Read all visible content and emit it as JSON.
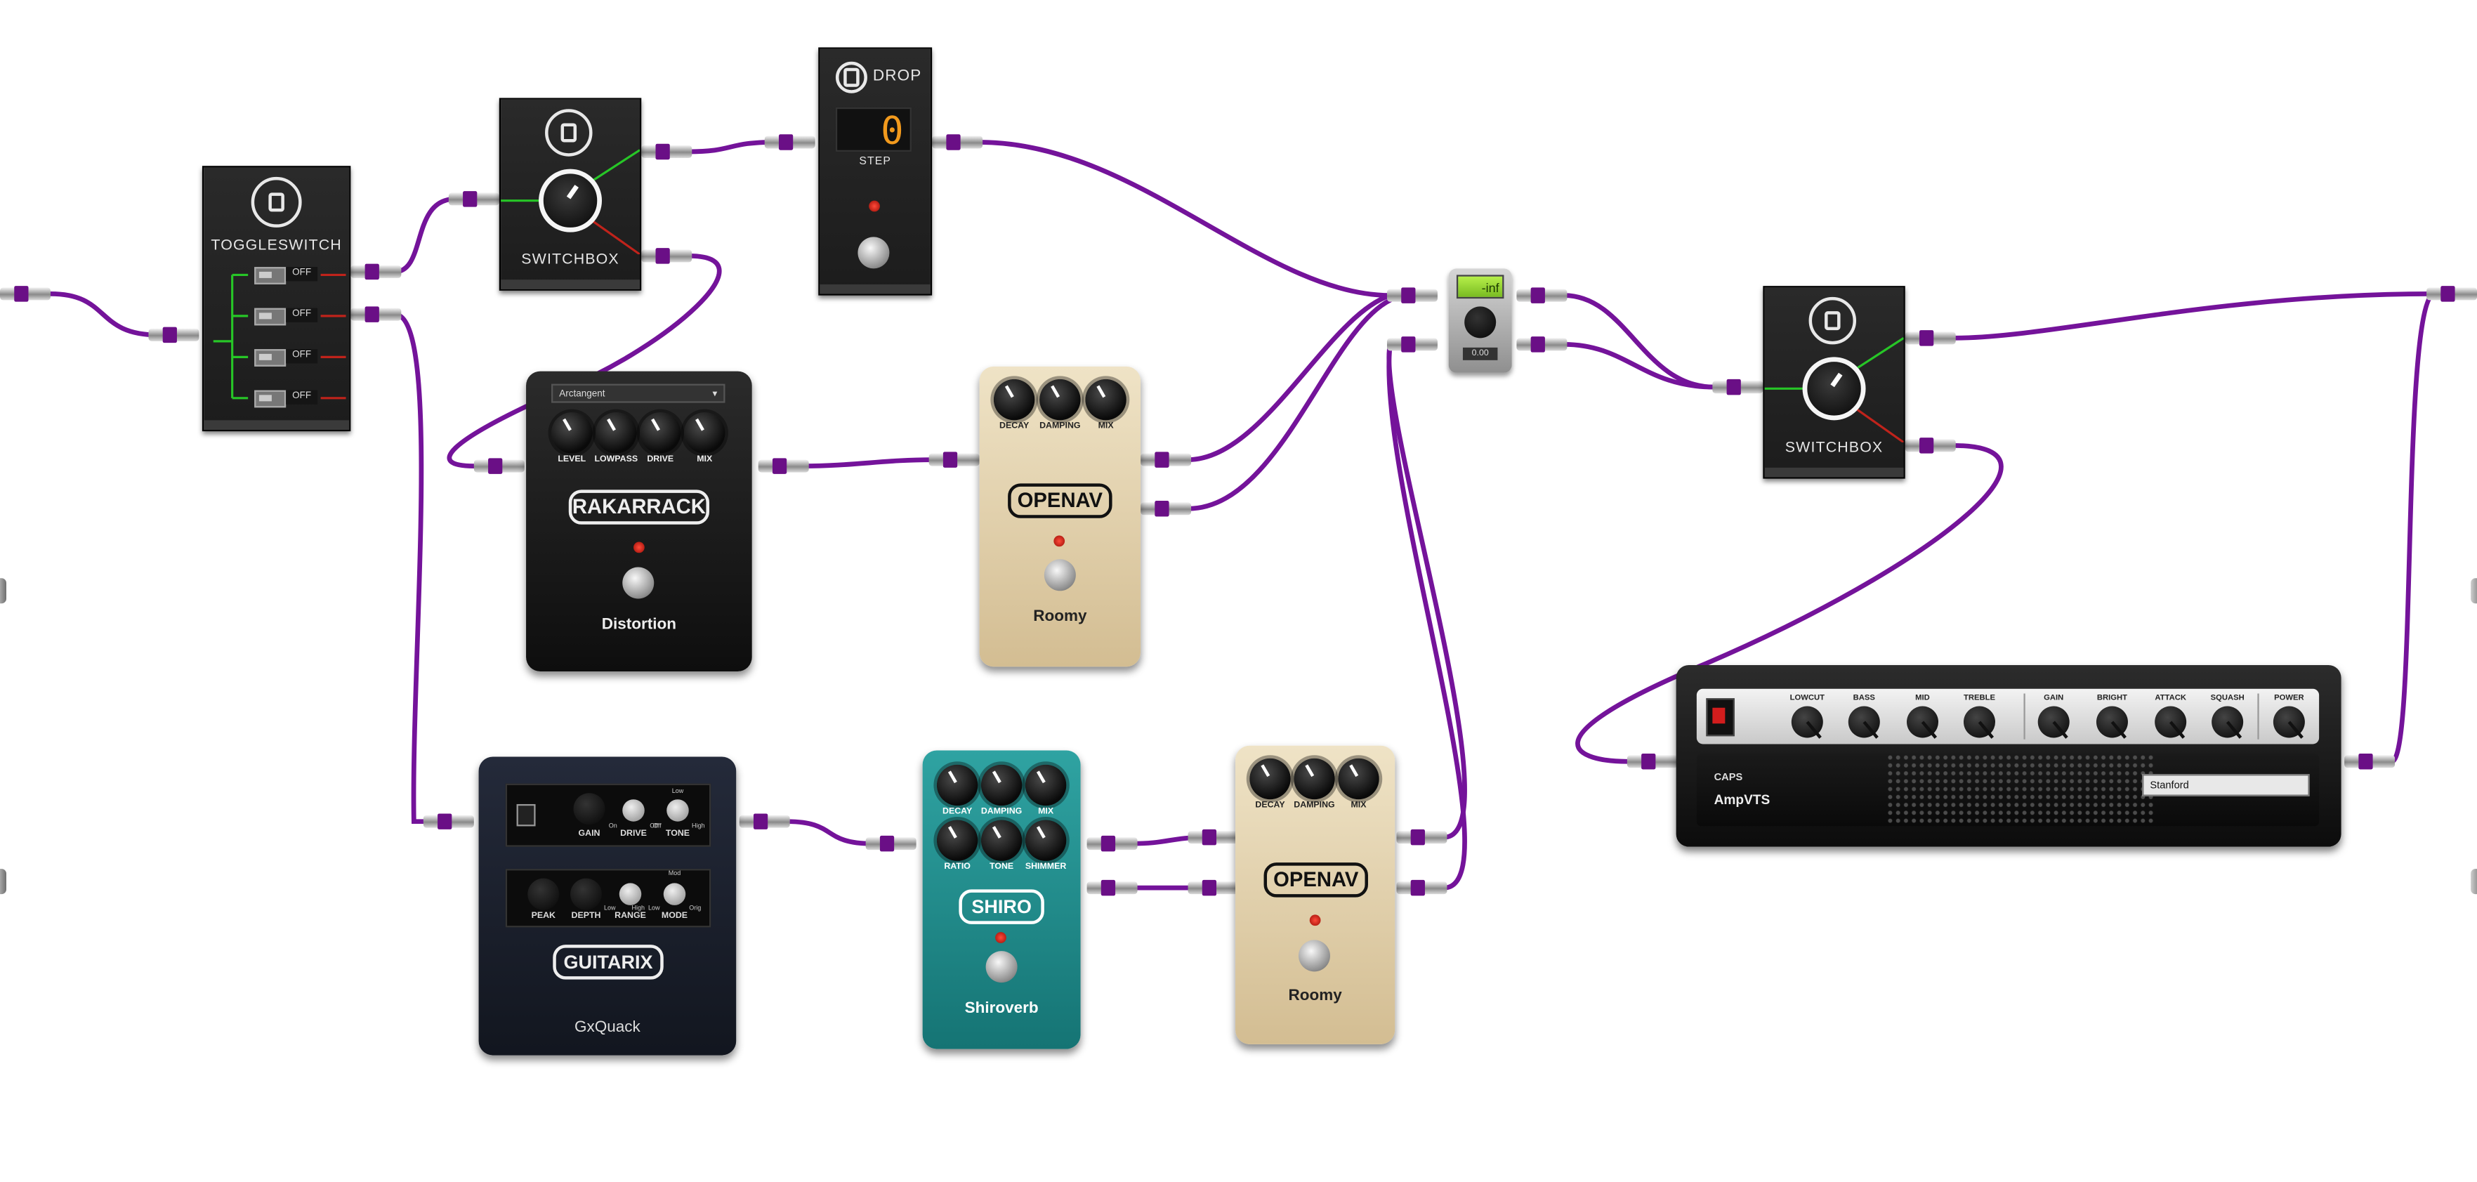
{
  "utilities": {
    "toggleswitch": {
      "label": "TOGGLESWITCH",
      "state_labels": [
        "OFF",
        "OFF",
        "OFF",
        "OFF"
      ]
    },
    "switchbox_1": {
      "label": "SWITCHBOX"
    },
    "drop": {
      "title": "DROP",
      "display_value": "0",
      "step_label": "STEP"
    },
    "meter": {
      "display": "-inf",
      "value": "0.00"
    },
    "switchbox_2": {
      "label": "SWITCHBOX"
    }
  },
  "pedals": {
    "rakarrack": {
      "preset": "Arctangent",
      "knobs": [
        "LEVEL",
        "LOWPASS",
        "DRIVE",
        "MIX"
      ],
      "brand": "RAKARRACK",
      "name": "Distortion"
    },
    "openav_1": {
      "knobs": [
        "DECAY",
        "DAMPING",
        "MIX"
      ],
      "brand": "OPENAV",
      "name": "Roomy"
    },
    "guitarix": {
      "row1": [
        "GAIN",
        "DRIVE",
        "TONE"
      ],
      "drive_opts": [
        "On",
        "Off"
      ],
      "tone_opts": [
        "Low",
        "Off",
        "High"
      ],
      "row2": [
        "PEAK",
        "DEPTH",
        "RANGE",
        "MODE"
      ],
      "range_opts": [
        "Low",
        "High"
      ],
      "mode_opts": [
        "Mod",
        "Low",
        "Orig"
      ],
      "brand": "GUITARIX",
      "name": "GxQuack"
    },
    "shiro": {
      "knobs_row1": [
        "DECAY",
        "DAMPING",
        "MIX"
      ],
      "knobs_row2": [
        "RATIO",
        "TONE",
        "SHIMMER"
      ],
      "brand": "SHIRO",
      "name": "Shiroverb"
    },
    "openav_2": {
      "knobs": [
        "DECAY",
        "DAMPING",
        "MIX"
      ],
      "brand": "OPENAV",
      "name": "Roomy"
    }
  },
  "amp": {
    "controls": [
      "LOWCUT",
      "BASS",
      "MID",
      "TREBLE",
      "GAIN",
      "BRIGHT",
      "ATTACK",
      "SQUASH",
      "POWER"
    ],
    "brand": "CAPS",
    "model": "AmpVTS",
    "preset": "Stanford"
  },
  "colors": {
    "cable": "#74139a",
    "on_line": "#27c627",
    "off_line": "#c0231b"
  }
}
